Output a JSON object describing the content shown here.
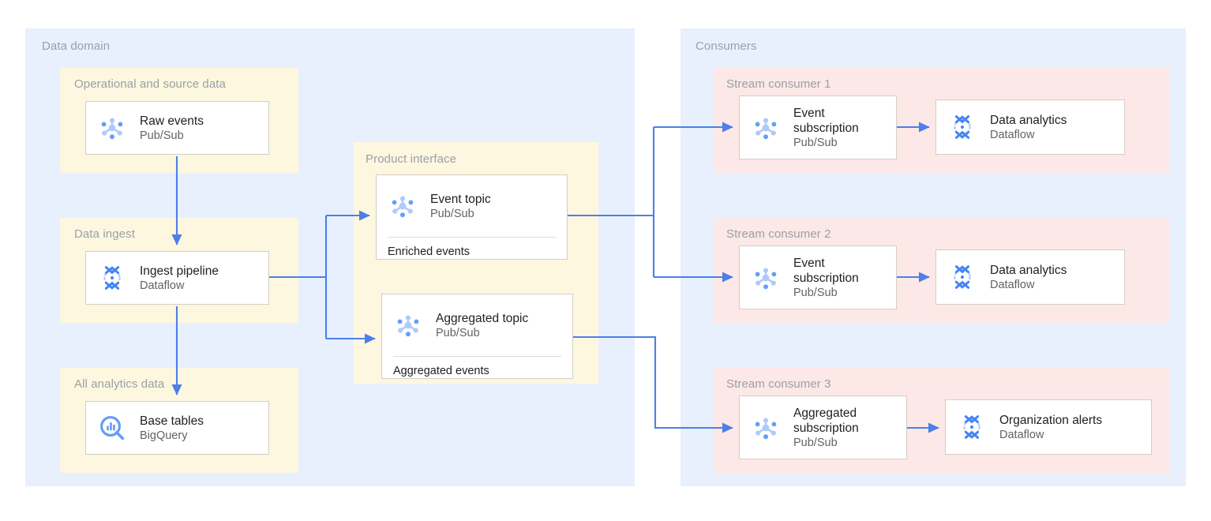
{
  "colors": {
    "panel_outer": "#e8f0fe",
    "panel_yellow": "#fef7e0",
    "panel_pink": "#fce8e6",
    "arrow": "#4c7fe8",
    "card_border": "#d3cec4",
    "title_text": "#202124",
    "subtitle_text": "#5f6368",
    "group_label": "#9aa0a6",
    "icon_blue_dark": "#4285f4",
    "icon_blue_light": "#aecbfa",
    "background": "#ffffff"
  },
  "groups": {
    "data_domain": {
      "label": "Data domain"
    },
    "consumers": {
      "label": "Consumers"
    },
    "operational_source_data": {
      "label": "Operational and source data"
    },
    "data_ingest": {
      "label": "Data ingest"
    },
    "all_analytics_data": {
      "label": "All analytics data"
    },
    "product_interface": {
      "label": "Product interface"
    },
    "stream_consumer_1": {
      "label": "Stream consumer 1"
    },
    "stream_consumer_2": {
      "label": "Stream consumer 2"
    },
    "stream_consumer_3": {
      "label": "Stream consumer 3"
    }
  },
  "nodes": {
    "raw_events": {
      "title": "Raw events",
      "subtitle": "Pub/Sub",
      "icon": "pubsub-icon"
    },
    "ingest_pipeline": {
      "title": "Ingest pipeline",
      "subtitle": "Dataflow",
      "icon": "dataflow-icon"
    },
    "base_tables": {
      "title": "Base tables",
      "subtitle": "BigQuery",
      "icon": "bigquery-icon"
    },
    "event_topic": {
      "title": "Event topic",
      "subtitle": "Pub/Sub",
      "icon": "pubsub-icon",
      "footer": "Enriched events"
    },
    "aggregated_topic": {
      "title": "Aggregated topic",
      "subtitle": "Pub/Sub",
      "icon": "pubsub-icon",
      "footer": "Aggregated events"
    },
    "event_subscription_1": {
      "title": "Event subscription",
      "subtitle": "Pub/Sub",
      "icon": "pubsub-icon"
    },
    "data_analytics_1": {
      "title": "Data analytics",
      "subtitle": "Dataflow",
      "icon": "dataflow-icon"
    },
    "event_subscription_2": {
      "title": "Event subscription",
      "subtitle": "Pub/Sub",
      "icon": "pubsub-icon"
    },
    "data_analytics_2": {
      "title": "Data analytics",
      "subtitle": "Dataflow",
      "icon": "dataflow-icon"
    },
    "aggregated_subscription_3": {
      "title": "Aggregated subscription",
      "subtitle": "Pub/Sub",
      "icon": "pubsub-icon"
    },
    "organization_alerts_3": {
      "title": "Organization alerts",
      "subtitle": "Dataflow",
      "icon": "dataflow-icon"
    }
  },
  "connections": [
    {
      "name": "raw-events-to-ingest-pipeline",
      "from": "raw_events",
      "to": "ingest_pipeline"
    },
    {
      "name": "ingest-pipeline-to-base-tables",
      "from": "ingest_pipeline",
      "to": "base_tables"
    },
    {
      "name": "ingest-pipeline-to-event-topic",
      "from": "ingest_pipeline",
      "to": "event_topic"
    },
    {
      "name": "ingest-pipeline-to-aggregated-topic",
      "from": "ingest_pipeline",
      "to": "aggregated_topic"
    },
    {
      "name": "event-topic-to-event-subscription-1",
      "from": "event_topic",
      "to": "event_subscription_1"
    },
    {
      "name": "event-topic-to-event-subscription-2",
      "from": "event_topic",
      "to": "event_subscription_2"
    },
    {
      "name": "aggregated-topic-to-aggregated-subscription-3",
      "from": "aggregated_topic",
      "to": "aggregated_subscription_3"
    },
    {
      "name": "event-subscription-1-to-data-analytics-1",
      "from": "event_subscription_1",
      "to": "data_analytics_1"
    },
    {
      "name": "event-subscription-2-to-data-analytics-2",
      "from": "event_subscription_2",
      "to": "data_analytics_2"
    },
    {
      "name": "aggregated-subscription-3-to-organization-alerts",
      "from": "aggregated_subscription_3",
      "to": "organization_alerts_3"
    }
  ]
}
